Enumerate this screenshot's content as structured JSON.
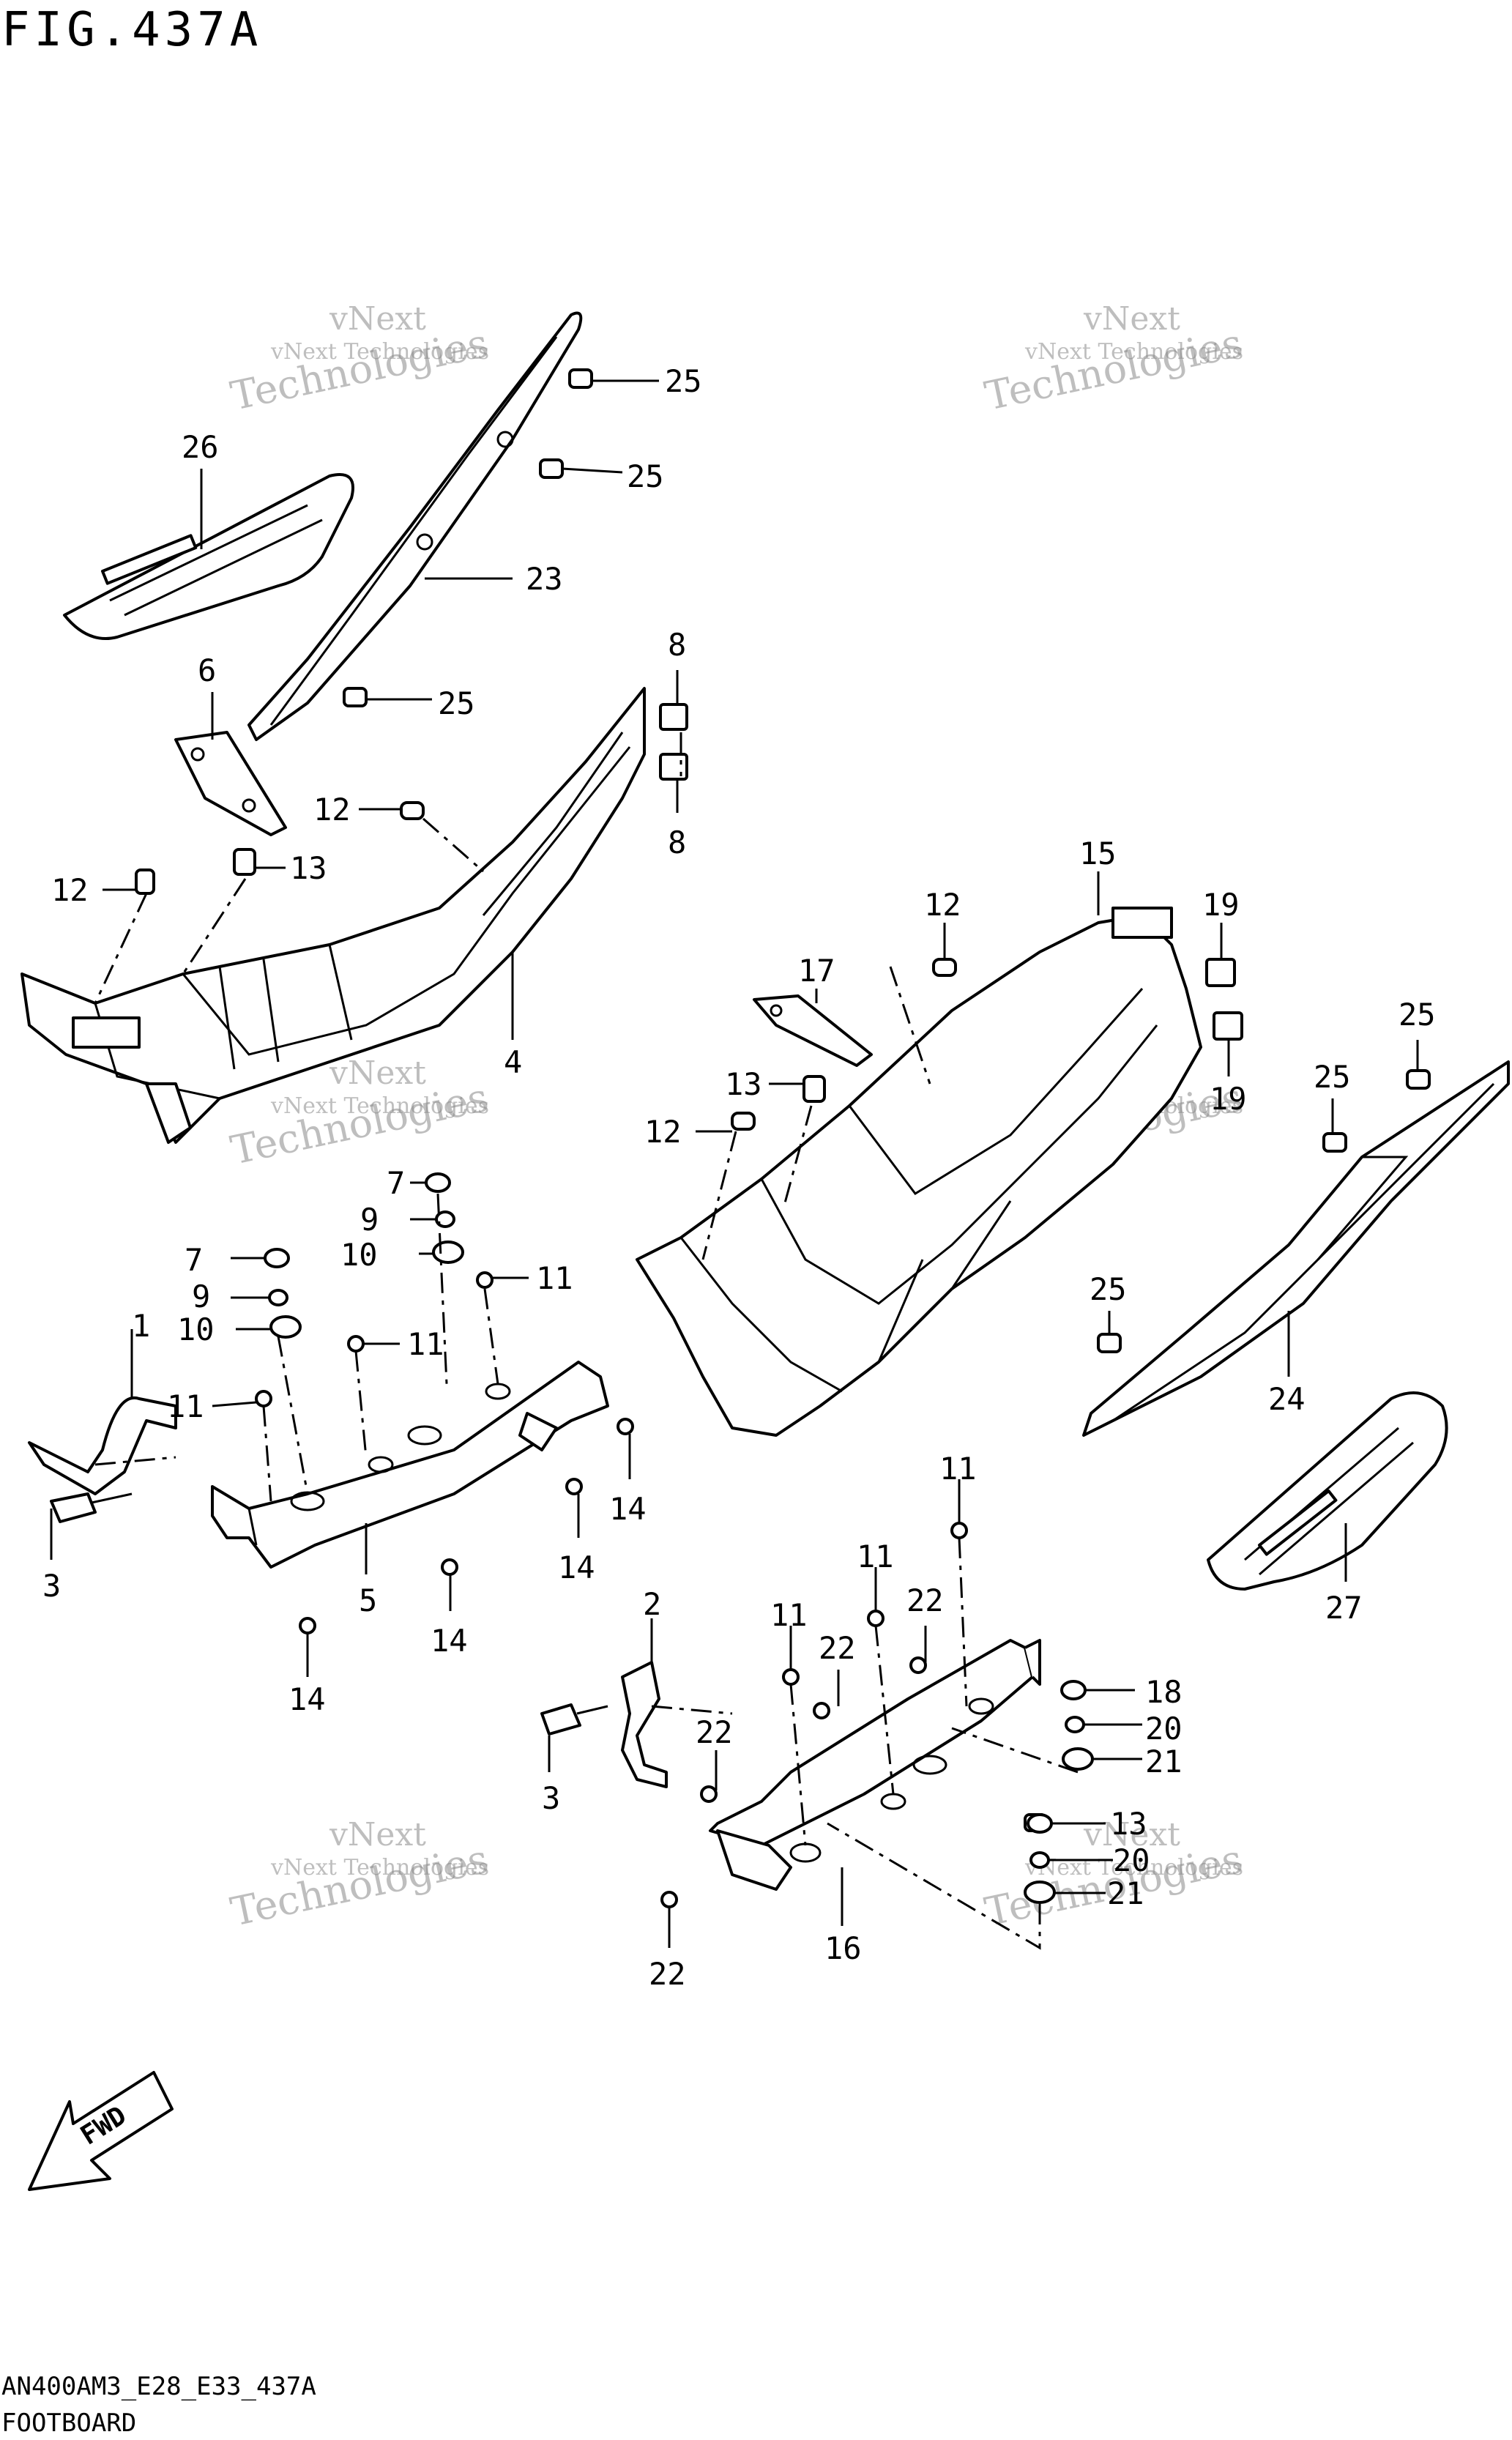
{
  "figure": {
    "title": "FIG.437A",
    "code": "AN400AM3_E28_E33_437A",
    "name": "FOOTBOARD"
  },
  "direction_arrow": {
    "label": "FWD",
    "icon": "fwd-arrow-icon"
  },
  "watermark": {
    "line1": "vNext Technologies",
    "line2": "vNext",
    "line3": "Technologies"
  },
  "callouts": [
    {
      "n": "1"
    },
    {
      "n": "2"
    },
    {
      "n": "3"
    },
    {
      "n": "3"
    },
    {
      "n": "4"
    },
    {
      "n": "5"
    },
    {
      "n": "6"
    },
    {
      "n": "7"
    },
    {
      "n": "7"
    },
    {
      "n": "8"
    },
    {
      "n": "8"
    },
    {
      "n": "9"
    },
    {
      "n": "9"
    },
    {
      "n": "10"
    },
    {
      "n": "10"
    },
    {
      "n": "11"
    },
    {
      "n": "11"
    },
    {
      "n": "11"
    },
    {
      "n": "11"
    },
    {
      "n": "11"
    },
    {
      "n": "11"
    },
    {
      "n": "12"
    },
    {
      "n": "12"
    },
    {
      "n": "12"
    },
    {
      "n": "12"
    },
    {
      "n": "13"
    },
    {
      "n": "13"
    },
    {
      "n": "13"
    },
    {
      "n": "14"
    },
    {
      "n": "14"
    },
    {
      "n": "14"
    },
    {
      "n": "14"
    },
    {
      "n": "15"
    },
    {
      "n": "16"
    },
    {
      "n": "17"
    },
    {
      "n": "18"
    },
    {
      "n": "19"
    },
    {
      "n": "19"
    },
    {
      "n": "20"
    },
    {
      "n": "20"
    },
    {
      "n": "21"
    },
    {
      "n": "21"
    },
    {
      "n": "22"
    },
    {
      "n": "22"
    },
    {
      "n": "22"
    },
    {
      "n": "22"
    },
    {
      "n": "23"
    },
    {
      "n": "24"
    },
    {
      "n": "25"
    },
    {
      "n": "25"
    },
    {
      "n": "25"
    },
    {
      "n": "25"
    },
    {
      "n": "25"
    },
    {
      "n": "25"
    },
    {
      "n": "26"
    },
    {
      "n": "27"
    }
  ]
}
